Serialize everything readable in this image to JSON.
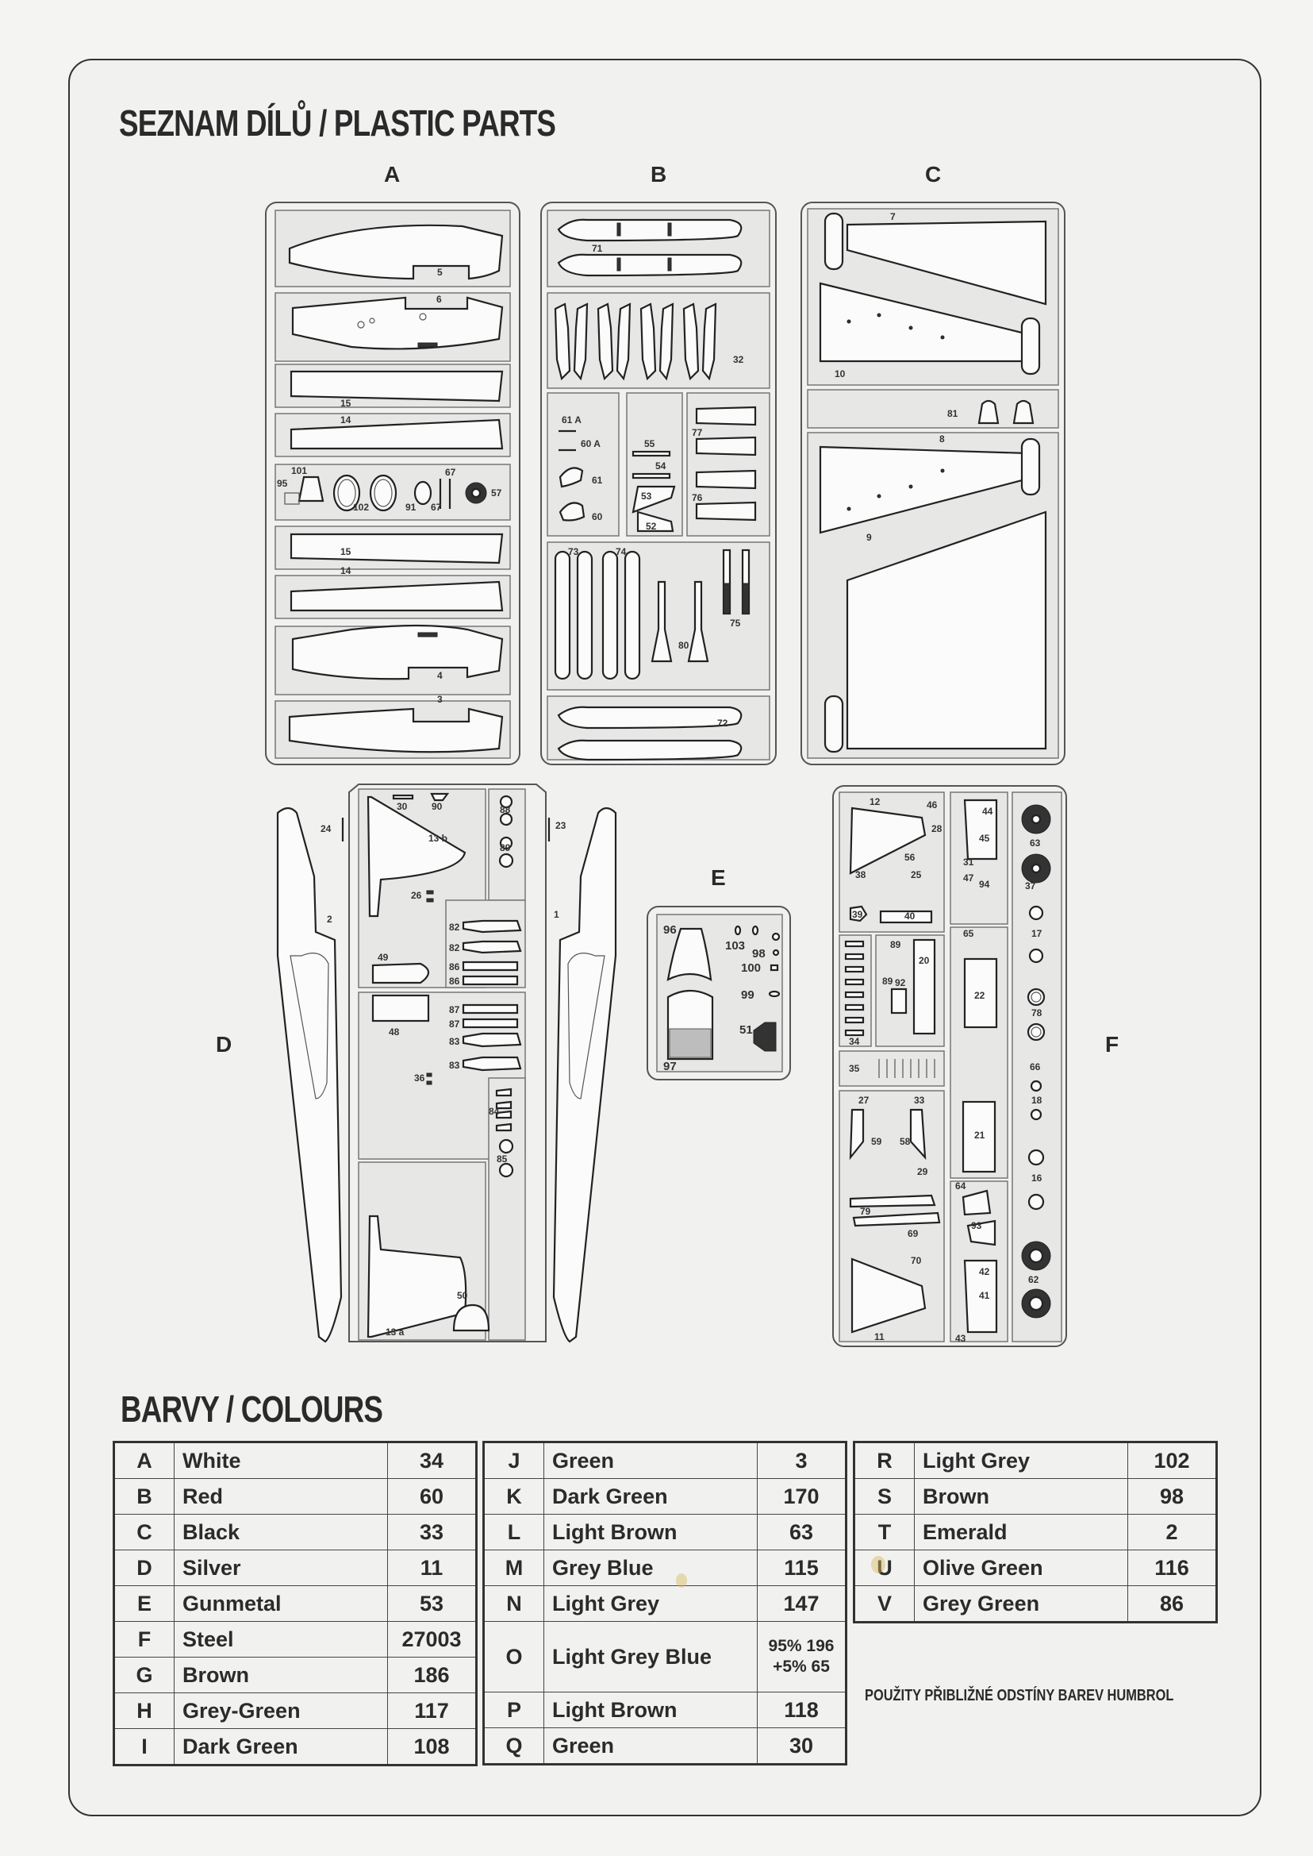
{
  "header": {
    "title": "SEZNAM DÍLŮ / PLASTIC PARTS"
  },
  "sprues": {
    "A": {
      "letter": "A",
      "part_labels": [
        "5",
        "6",
        "15",
        "14",
        "101",
        "95",
        "102",
        "91",
        "67",
        "67",
        "57",
        "15",
        "14",
        "4",
        "3"
      ]
    },
    "B": {
      "letter": "B",
      "part_labels": [
        "71",
        "32",
        "61 A",
        "60 A",
        "61",
        "60",
        "55",
        "54",
        "53",
        "52",
        "77",
        "76",
        "73",
        "74",
        "80",
        "75",
        "72"
      ]
    },
    "C": {
      "letter": "C",
      "part_labels": [
        "7",
        "10",
        "81",
        "8",
        "9"
      ]
    },
    "D": {
      "letter": "D",
      "part_labels": [
        "30",
        "90",
        "88",
        "24",
        "13 b",
        "89",
        "23",
        "2",
        "26",
        "82",
        "82",
        "49",
        "86",
        "86",
        "1",
        "87",
        "87",
        "48",
        "83",
        "83",
        "36",
        "84",
        "85",
        "13 a",
        "50"
      ]
    },
    "E": {
      "letter": "E",
      "part_labels": [
        "96",
        "103",
        "98",
        "100",
        "99",
        "51",
        "97"
      ]
    },
    "F": {
      "letter": "F",
      "part_labels": [
        "12",
        "46",
        "44",
        "45",
        "28",
        "63",
        "56",
        "31",
        "25",
        "38",
        "47",
        "94",
        "37",
        "39",
        "40",
        "65",
        "17",
        "89",
        "20",
        "22",
        "89",
        "92",
        "78",
        "34",
        "35",
        "66",
        "27",
        "33",
        "18",
        "21",
        "59",
        "58",
        "29",
        "16",
        "64",
        "79",
        "93",
        "69",
        "70",
        "62",
        "42",
        "41",
        "11",
        "43"
      ]
    }
  },
  "colours": {
    "title": "BARVY / COLOURS",
    "columns": [
      [
        {
          "code": "A",
          "name": "White",
          "humbrol": "34"
        },
        {
          "code": "B",
          "name": "Red",
          "humbrol": "60"
        },
        {
          "code": "C",
          "name": "Black",
          "humbrol": "33"
        },
        {
          "code": "D",
          "name": "Silver",
          "humbrol": "11"
        },
        {
          "code": "E",
          "name": "Gunmetal",
          "humbrol": "53"
        },
        {
          "code": "F",
          "name": "Steel",
          "humbrol": "27003"
        },
        {
          "code": "G",
          "name": "Brown",
          "humbrol": "186"
        },
        {
          "code": "H",
          "name": "Grey-Green",
          "humbrol": "117"
        },
        {
          "code": "I",
          "name": "Dark Green",
          "humbrol": "108"
        }
      ],
      [
        {
          "code": "J",
          "name": "Green",
          "humbrol": "3"
        },
        {
          "code": "K",
          "name": "Dark Green",
          "humbrol": "170"
        },
        {
          "code": "L",
          "name": "Light Brown",
          "humbrol": "63"
        },
        {
          "code": "M",
          "name": "Grey Blue",
          "humbrol": "115"
        },
        {
          "code": "N",
          "name": "Light Grey",
          "humbrol": "147"
        },
        {
          "code": "O",
          "name": "Light Grey Blue",
          "humbrol": "95% 196",
          "humbrol_line2": "+5% 65"
        },
        {
          "code": "P",
          "name": "Light Brown",
          "humbrol": "118"
        },
        {
          "code": "Q",
          "name": "Green",
          "humbrol": "30"
        }
      ],
      [
        {
          "code": "R",
          "name": "Light Grey",
          "humbrol": "102"
        },
        {
          "code": "S",
          "name": "Brown",
          "humbrol": "98"
        },
        {
          "code": "T",
          "name": "Emerald",
          "humbrol": "2"
        },
        {
          "code": "U",
          "name": "Olive Green",
          "humbrol": "116"
        },
        {
          "code": "V",
          "name": "Grey Green",
          "humbrol": "86"
        }
      ]
    ],
    "note": "POUŽITY PŘIBLIŽNÉ ODSTÍNY BAREV HUMBROL"
  }
}
